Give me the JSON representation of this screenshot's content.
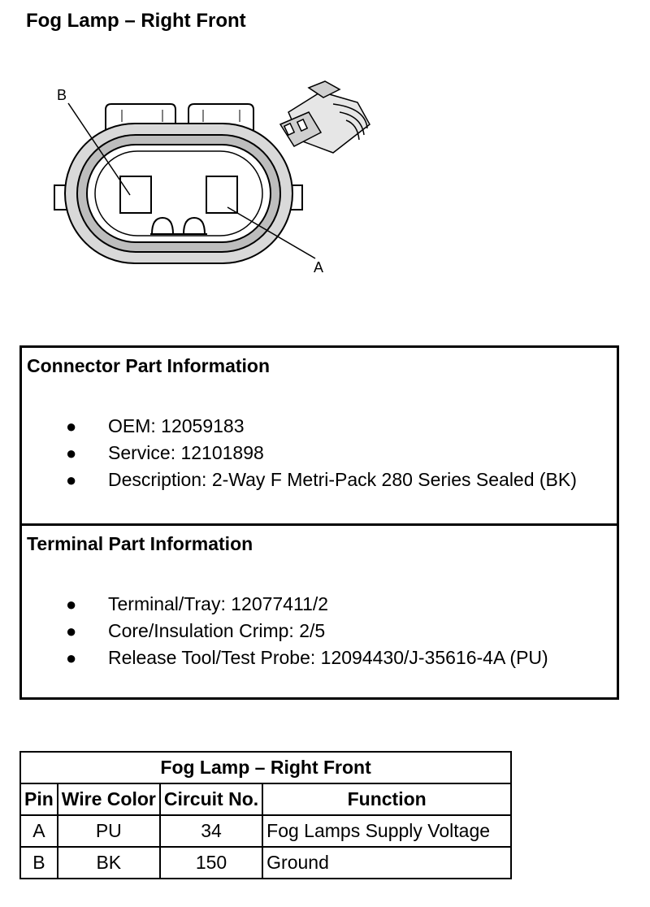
{
  "page": {
    "title": "Fog Lamp – Right Front"
  },
  "diagram": {
    "label_b": "B",
    "label_a": "A"
  },
  "connector_info": {
    "heading": "Connector Part Information",
    "items": [
      "OEM: 12059183",
      "Service: 12101898",
      "Description: 2-Way F Metri-Pack 280 Series Sealed (BK)"
    ]
  },
  "terminal_info": {
    "heading": "Terminal Part Information",
    "items": [
      "Terminal/Tray: 12077411/2",
      "Core/Insulation Crimp: 2/5",
      "Release Tool/Test Probe: 12094430/J-35616-4A (PU)"
    ]
  },
  "pin_table": {
    "caption": "Fog Lamp – Right Front",
    "headers": [
      "Pin",
      "Wire Color",
      "Circuit No.",
      "Function"
    ],
    "rows": [
      [
        "A",
        "PU",
        "34",
        "Fog Lamps Supply Voltage"
      ],
      [
        "B",
        "BK",
        "150",
        "Ground"
      ]
    ]
  }
}
